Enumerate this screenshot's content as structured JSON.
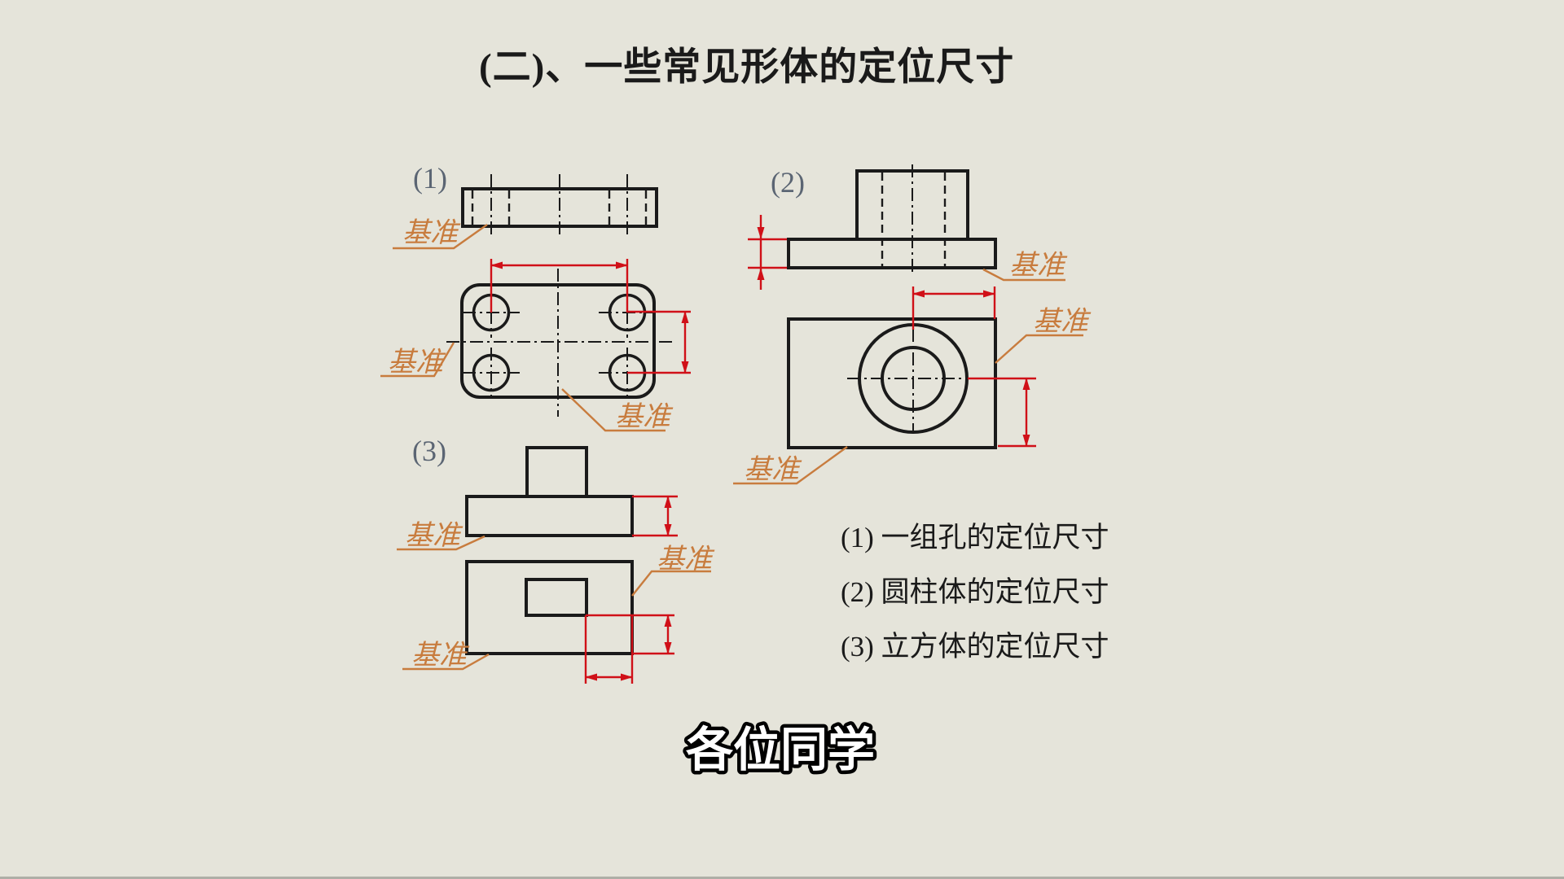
{
  "page": {
    "title": "(二)、一些常见形体的定位尺寸",
    "subtitle": "各位同学"
  },
  "figures": {
    "fig1": {
      "number": "(1)"
    },
    "fig2": {
      "number": "(2)"
    },
    "fig3": {
      "number": "(3)"
    }
  },
  "labels": {
    "datum": "基准"
  },
  "legend": {
    "items": [
      {
        "label": "(1) 一组孔的定位尺寸"
      },
      {
        "label": "(2) 圆柱体的定位尺寸"
      },
      {
        "label": "(3) 立方体的定位尺寸"
      }
    ]
  },
  "colors": {
    "background": "#e5e4da",
    "line": "#1a1a1a",
    "dimension": "#d01018",
    "datum": "#c87c3e",
    "figure_number": "#5b6573",
    "subtitle_fill": "#ffffff",
    "subtitle_outline": "#000000",
    "bottom_strip": "#aeaea6"
  }
}
